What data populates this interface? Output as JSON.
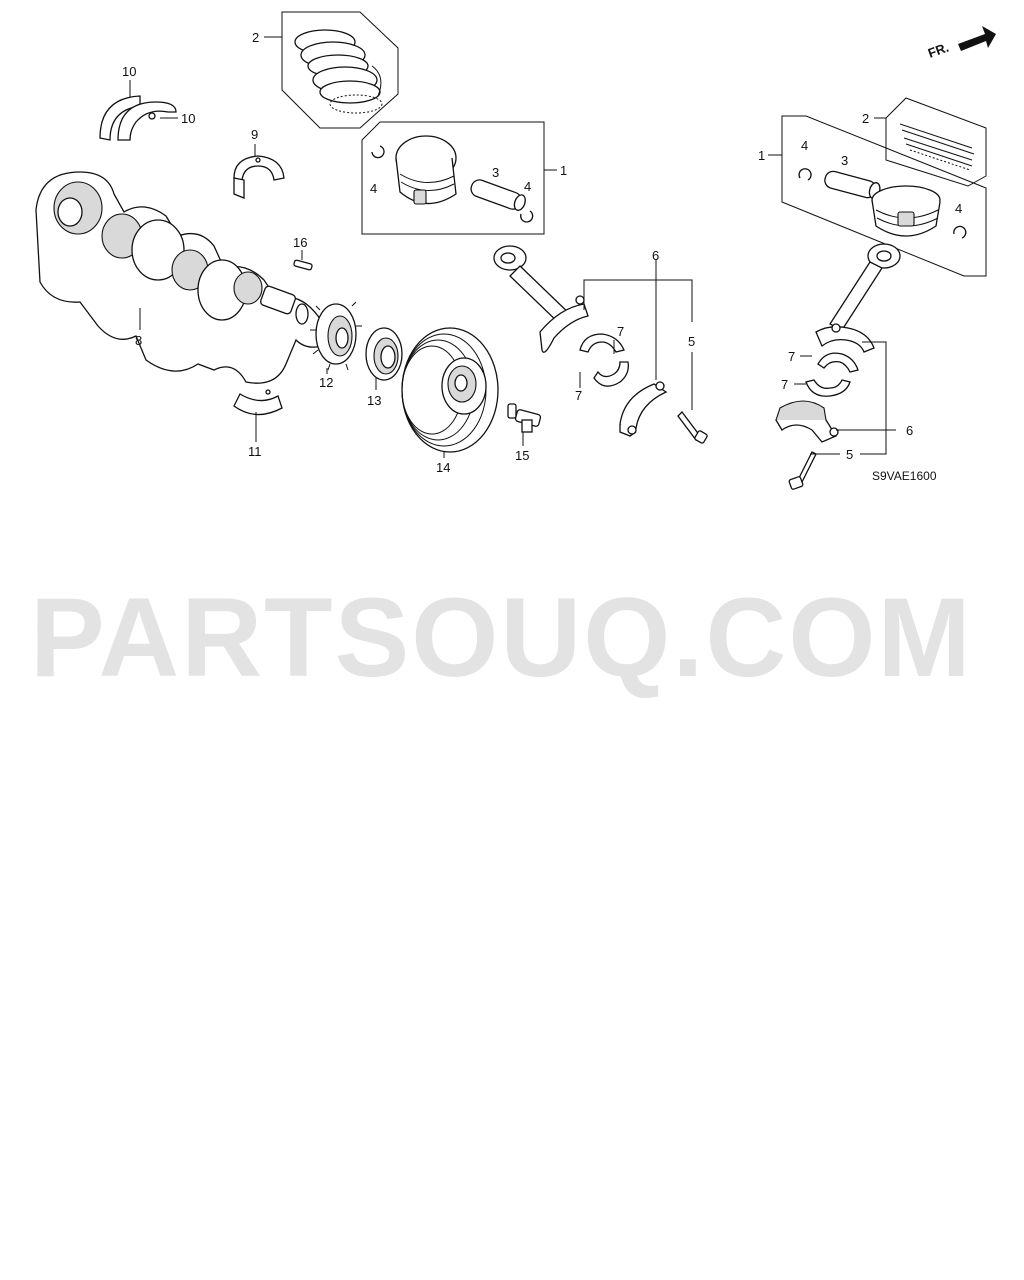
{
  "diagram": {
    "image_code": "S9VAE1600",
    "front_indicator": "FR.",
    "watermark": "PARTSOUQ.COM",
    "callouts": [
      {
        "id": "c2-top",
        "label": "2"
      },
      {
        "id": "c10-a",
        "label": "10"
      },
      {
        "id": "c10-b",
        "label": "10"
      },
      {
        "id": "c9",
        "label": "9"
      },
      {
        "id": "c1-left",
        "label": "1"
      },
      {
        "id": "c4-a",
        "label": "4"
      },
      {
        "id": "c3-left",
        "label": "3"
      },
      {
        "id": "c4-b",
        "label": "4"
      },
      {
        "id": "c16",
        "label": "16"
      },
      {
        "id": "c8",
        "label": "8"
      },
      {
        "id": "c12",
        "label": "12"
      },
      {
        "id": "c13",
        "label": "13"
      },
      {
        "id": "c11",
        "label": "11"
      },
      {
        "id": "c14",
        "label": "14"
      },
      {
        "id": "c15",
        "label": "15"
      },
      {
        "id": "c6-left",
        "label": "6"
      },
      {
        "id": "c5-left",
        "label": "5"
      },
      {
        "id": "c7-a",
        "label": "7"
      },
      {
        "id": "c7-b",
        "label": "7"
      },
      {
        "id": "c2-right",
        "label": "2"
      },
      {
        "id": "c1-right",
        "label": "1"
      },
      {
        "id": "c4-c",
        "label": "4"
      },
      {
        "id": "c3-right",
        "label": "3"
      },
      {
        "id": "c4-d",
        "label": "4"
      },
      {
        "id": "c7-c",
        "label": "7"
      },
      {
        "id": "c7-d",
        "label": "7"
      },
      {
        "id": "c6-right",
        "label": "6"
      },
      {
        "id": "c5-right",
        "label": "5"
      }
    ]
  }
}
